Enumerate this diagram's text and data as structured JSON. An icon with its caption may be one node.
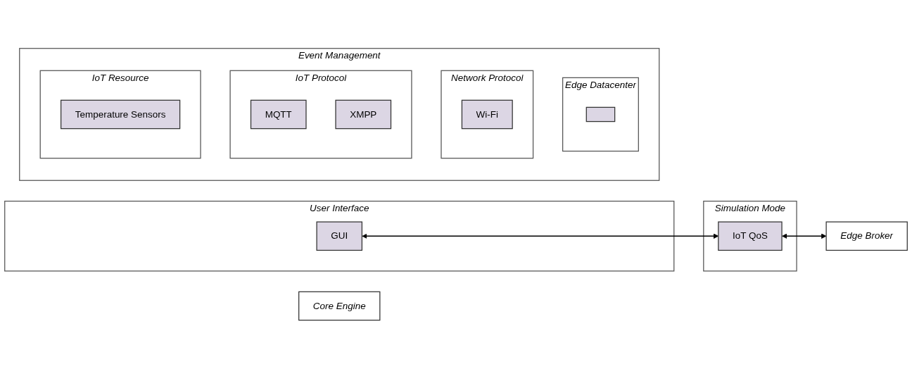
{
  "diagram": {
    "nodes": [
      {
        "text": [
          "User Interface"
        ]
      },
      {
        "text": [
          "GUI"
        ],
        "in": 0
      },
      {
        "text": [
          "Simulation Mode"
        ]
      },
      {
        "text": [
          "IoT QoS"
        ],
        "in": 2
      },
      {
        "text": [
          "Edge Broker"
        ]
      },
      {
        "text": [
          "Event Management"
        ]
      },
      {
        "text": [
          "Edge Datacenter"
        ],
        "in": 5
      },
      {
        "text": [],
        "shape": "box",
        "in": 6
      },
      {
        "text": [
          "Network Protocol"
        ],
        "in": 5
      },
      {
        "text": [
          "Wi-Fi"
        ],
        "in": 8
      },
      {
        "text": [
          "IoT Protocol"
        ],
        "in": 5
      },
      {
        "text": [
          "MQTT"
        ],
        "in": 10
      },
      {
        "text": [
          "XMPP"
        ],
        "in": 10
      },
      {
        "text": [
          "IoT Resource"
        ],
        "in": 5
      },
      {
        "text": [
          "Temperature Sensors"
        ],
        "in": 13
      },
      {
        "text": [
          "Core Engine"
        ]
      }
    ],
    "edges": [
      {
        "from": 1,
        "to": 3,
        "arrow": "both"
      },
      {
        "from": 3,
        "to": 4,
        "arrow": "both"
      }
    ]
  }
}
